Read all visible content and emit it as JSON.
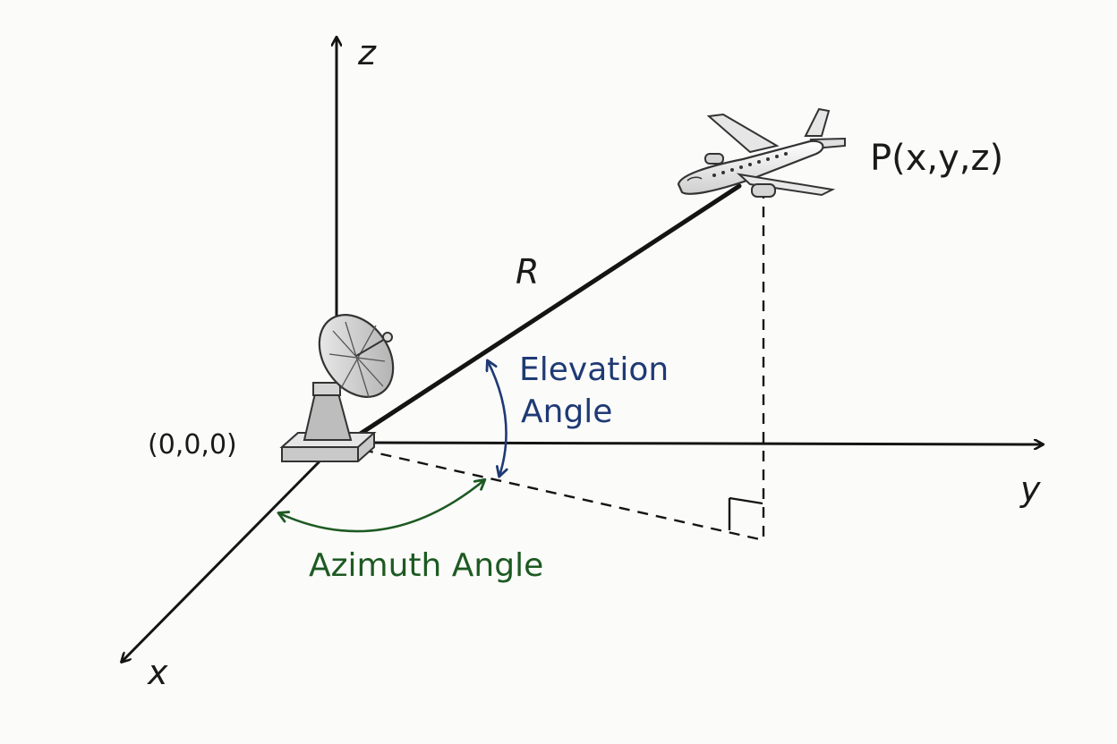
{
  "axes": {
    "x": "x",
    "y": "y",
    "z": "z"
  },
  "origin_label": "(0,0,0)",
  "point_label": "P(x,y,z)",
  "range_label": "R",
  "elevation": {
    "line1": "Elevation",
    "line2": "Angle"
  },
  "azimuth": {
    "label": "Azimuth Angle"
  },
  "colors": {
    "line": "#141414",
    "elevation": "#1f3a74",
    "azimuth": "#1d5a22",
    "background": "#fbfbfa"
  },
  "icons": [
    "radar-dish-icon",
    "airplane-icon",
    "right-angle-marker"
  ]
}
